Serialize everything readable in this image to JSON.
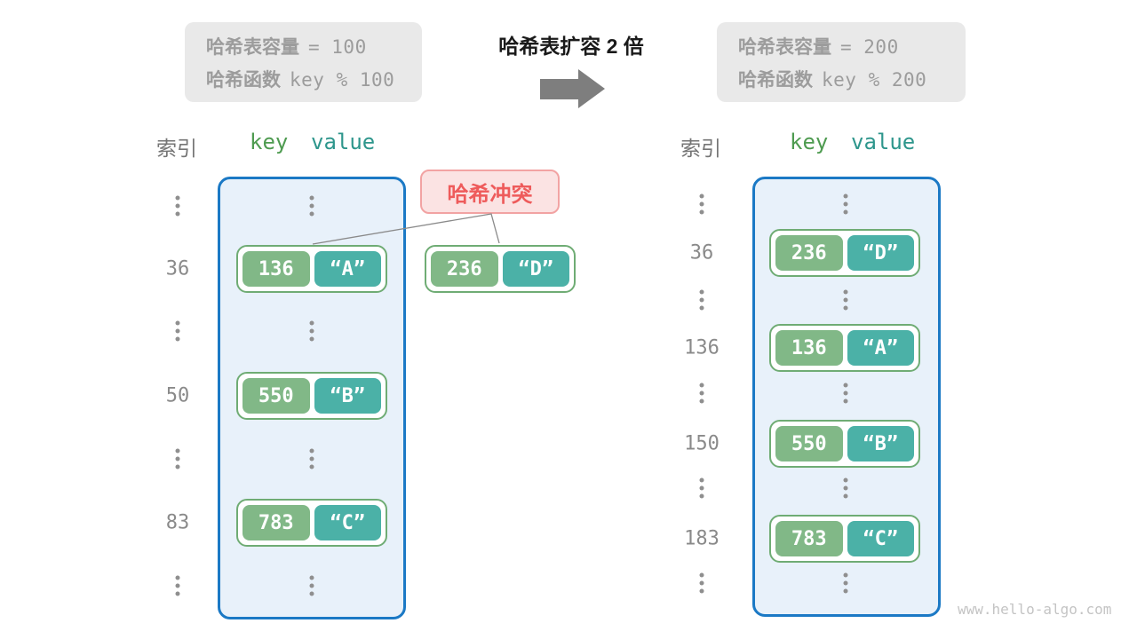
{
  "colors": {
    "table_fill": "#E8F1FA",
    "table_border": "#1B79C5",
    "key_box": "#81B887",
    "value_box": "#4BB1A7",
    "pair_border": "#6FAC74",
    "collision_fill": "#FBE3E3",
    "collision_border": "#F2A3A3",
    "collision_text": "#EE5B5B",
    "info_box_fill": "#E9E9E9",
    "info_text": "#9C9C9C",
    "key_header_text": "#4E9B50",
    "value_header_text": "#2E968C",
    "index_text": "#8A8A8A",
    "arrow": "#7E7E7E"
  },
  "capacity_before": {
    "capacity_label": "哈希表容量",
    "capacity_value": "= 100",
    "hash_label": "哈希函数",
    "hash_expr": "key % 100"
  },
  "capacity_after": {
    "capacity_label": "哈希表容量",
    "capacity_value": "= 200",
    "hash_label": "哈希函数",
    "hash_expr": "key % 200"
  },
  "expand_title": "哈希表扩容 2 倍",
  "collision_label": "哈希冲突",
  "left_columns": {
    "index": "索引",
    "key": "key",
    "value": "value"
  },
  "right_columns": {
    "index": "索引",
    "key": "key",
    "value": "value"
  },
  "left_table": {
    "rows": [
      {
        "type": "ellipsis"
      },
      {
        "type": "entry",
        "index": "36",
        "key": "136",
        "value": "“A”"
      },
      {
        "type": "ellipsis"
      },
      {
        "type": "entry",
        "index": "50",
        "key": "550",
        "value": "“B”"
      },
      {
        "type": "ellipsis"
      },
      {
        "type": "entry",
        "index": "83",
        "key": "783",
        "value": "“C”"
      },
      {
        "type": "ellipsis"
      }
    ]
  },
  "right_table": {
    "rows": [
      {
        "type": "ellipsis"
      },
      {
        "type": "entry",
        "index": "36",
        "key": "236",
        "value": "“D”"
      },
      {
        "type": "ellipsis"
      },
      {
        "type": "entry",
        "index": "136",
        "key": "136",
        "value": "“A”"
      },
      {
        "type": "ellipsis"
      },
      {
        "type": "entry",
        "index": "150",
        "key": "550",
        "value": "“B”"
      },
      {
        "type": "ellipsis"
      },
      {
        "type": "entry",
        "index": "183",
        "key": "783",
        "value": "“C”"
      },
      {
        "type": "ellipsis"
      }
    ]
  },
  "external_pair": {
    "key": "236",
    "value": "“D”"
  },
  "watermark": "www.hello-algo.com"
}
